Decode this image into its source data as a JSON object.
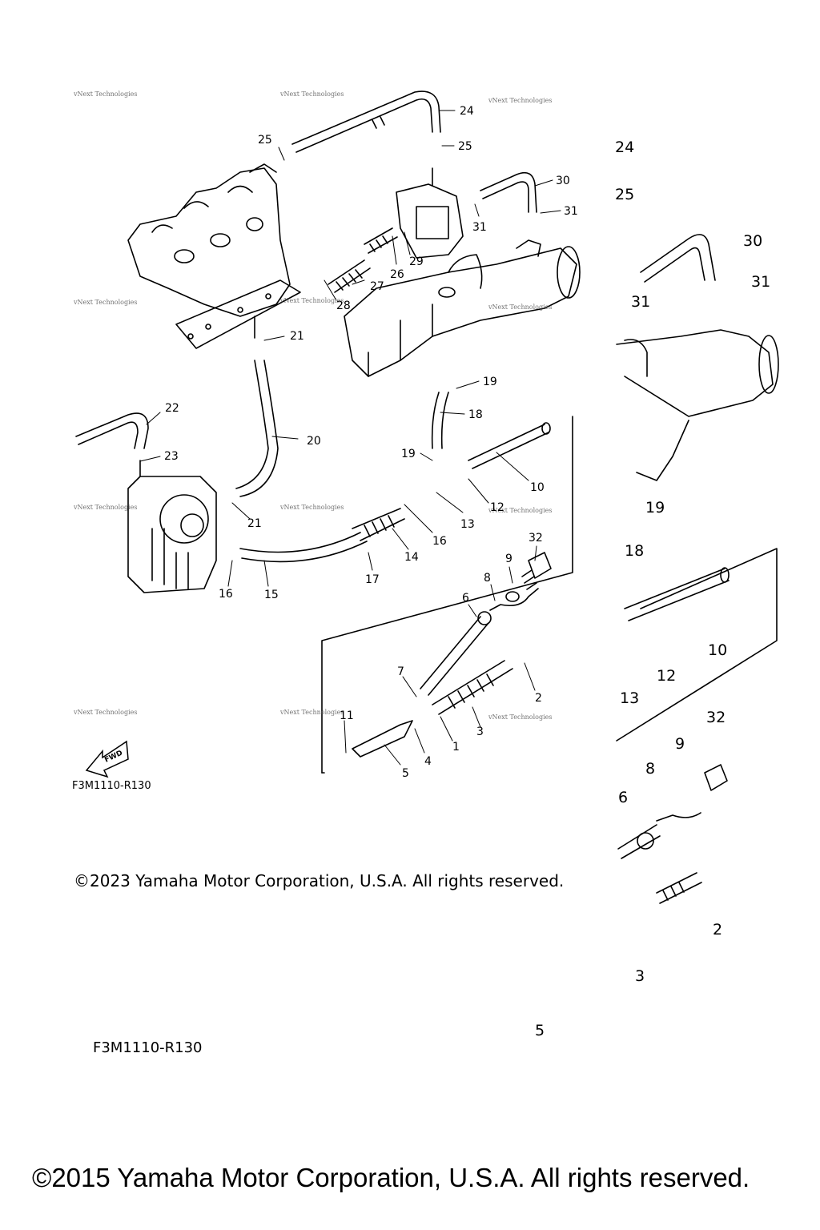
{
  "watermark": "vNext Technologies",
  "diagram_code": "F3M1110-R130",
  "copyright_2023": "©2023 Yamaha Motor Corporation, U.S.A. All rights reserved.",
  "copyright_2015": "©2015 Yamaha Motor Corporation, U.S.A. All rights reserved.",
  "fwd_label": "FWD",
  "callouts_main": [
    "1",
    "2",
    "3",
    "4",
    "5",
    "6",
    "7",
    "8",
    "9",
    "10",
    "11",
    "12",
    "13",
    "14",
    "15",
    "16",
    "16",
    "17",
    "18",
    "19",
    "19",
    "20",
    "21",
    "21",
    "22",
    "23",
    "24",
    "25",
    "25",
    "26",
    "27",
    "28",
    "29",
    "30",
    "31",
    "31",
    "32"
  ],
  "callouts_zoom": [
    "24",
    "25",
    "30",
    "31",
    "31",
    "19",
    "18",
    "10",
    "12",
    "13",
    "32",
    "9",
    "8",
    "6",
    "2",
    "3",
    "5"
  ]
}
